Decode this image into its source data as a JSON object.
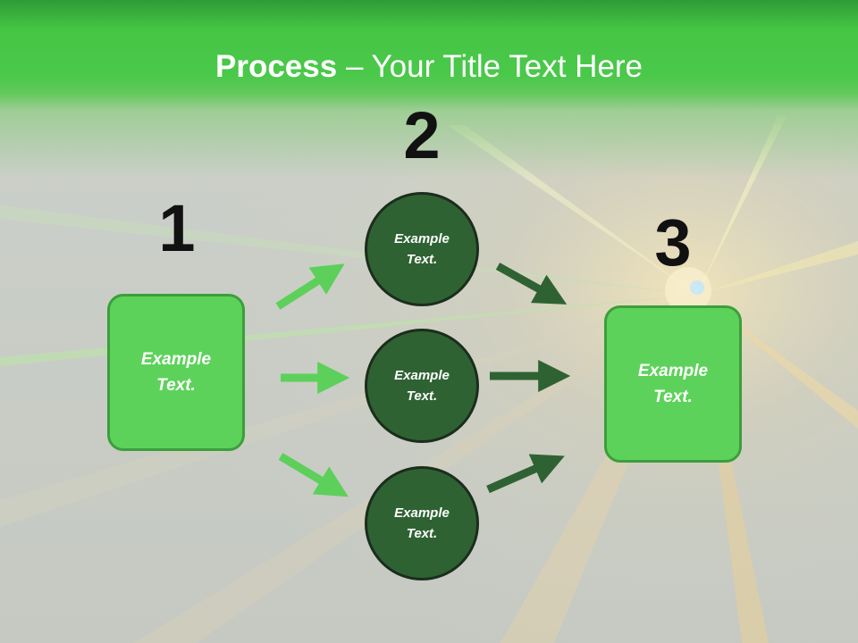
{
  "title": {
    "bold": "Process",
    "rest": " – Your Title Text Here"
  },
  "steps": [
    {
      "number": "1",
      "text": "Example\nText."
    },
    {
      "number": "2",
      "items": [
        "Example\nText.",
        "Example\nText.",
        "Example\nText."
      ]
    },
    {
      "number": "3",
      "text": "Example\nText."
    }
  ],
  "colors": {
    "header_green": "#45c544",
    "box_fill": "#5dd25a",
    "circle_fill": "#2f6233",
    "arrow_light": "#5cd05a",
    "arrow_dark": "#2f6233"
  },
  "icons": {
    "arrow": "arrow-right"
  }
}
